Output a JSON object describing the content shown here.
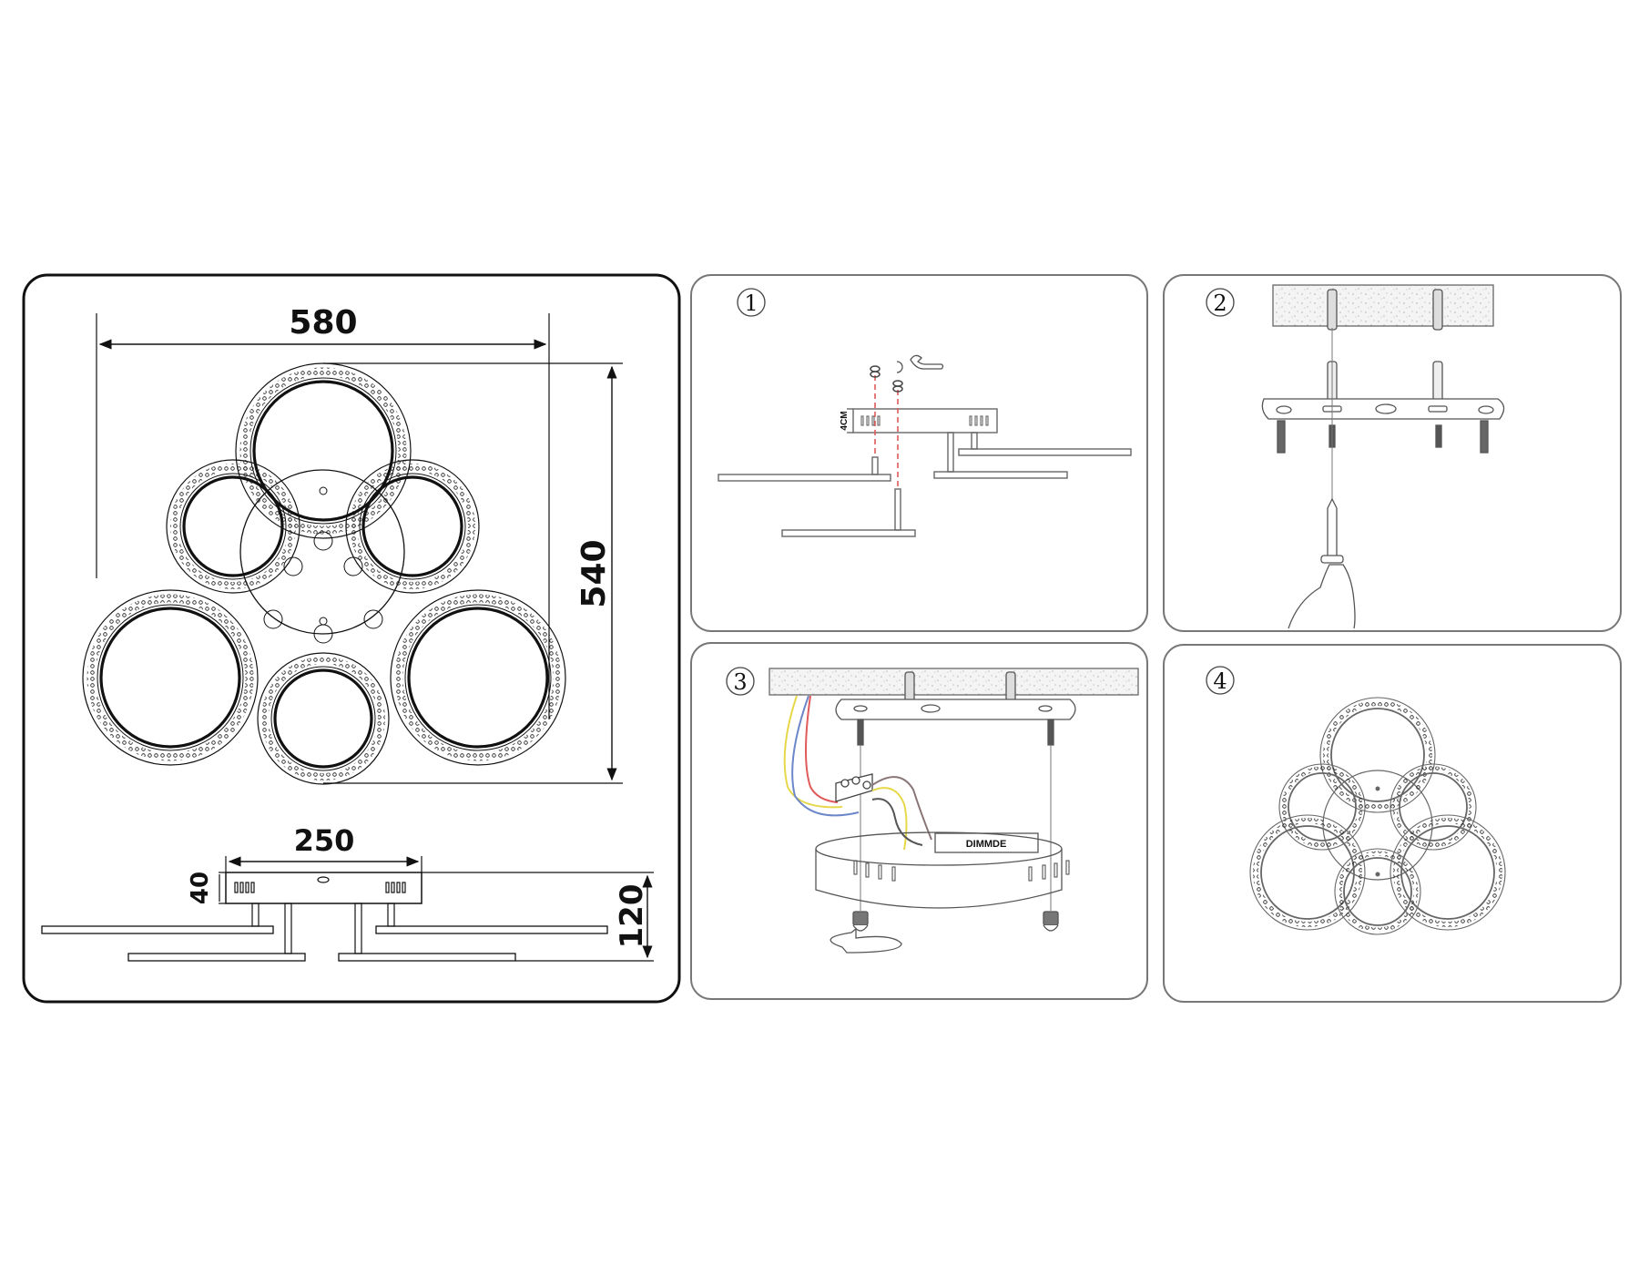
{
  "dimensions_panel": {
    "width_label": "580",
    "height_label": "540",
    "canopy_width_label": "250",
    "canopy_height_label": "40",
    "total_height_label": "120"
  },
  "steps": [
    {
      "number": "1",
      "symbol": "①",
      "annotation": "4CM"
    },
    {
      "number": "2",
      "symbol": "②"
    },
    {
      "number": "3",
      "symbol": "③",
      "driver_label": "DIMMDE"
    },
    {
      "number": "4",
      "symbol": "④"
    }
  ],
  "colors": {
    "line": "#111111",
    "panel_border_main": "#111111",
    "panel_border_step": "#777777",
    "guide_dash": "#e05a5a",
    "wire_yellow": "#e6d84a",
    "wire_blue": "#6b86c9",
    "wire_red": "#e05a5a",
    "wire_brown": "#8a7576",
    "wire_dark": "#555555",
    "ceiling_fill": "#f2f2f2"
  }
}
